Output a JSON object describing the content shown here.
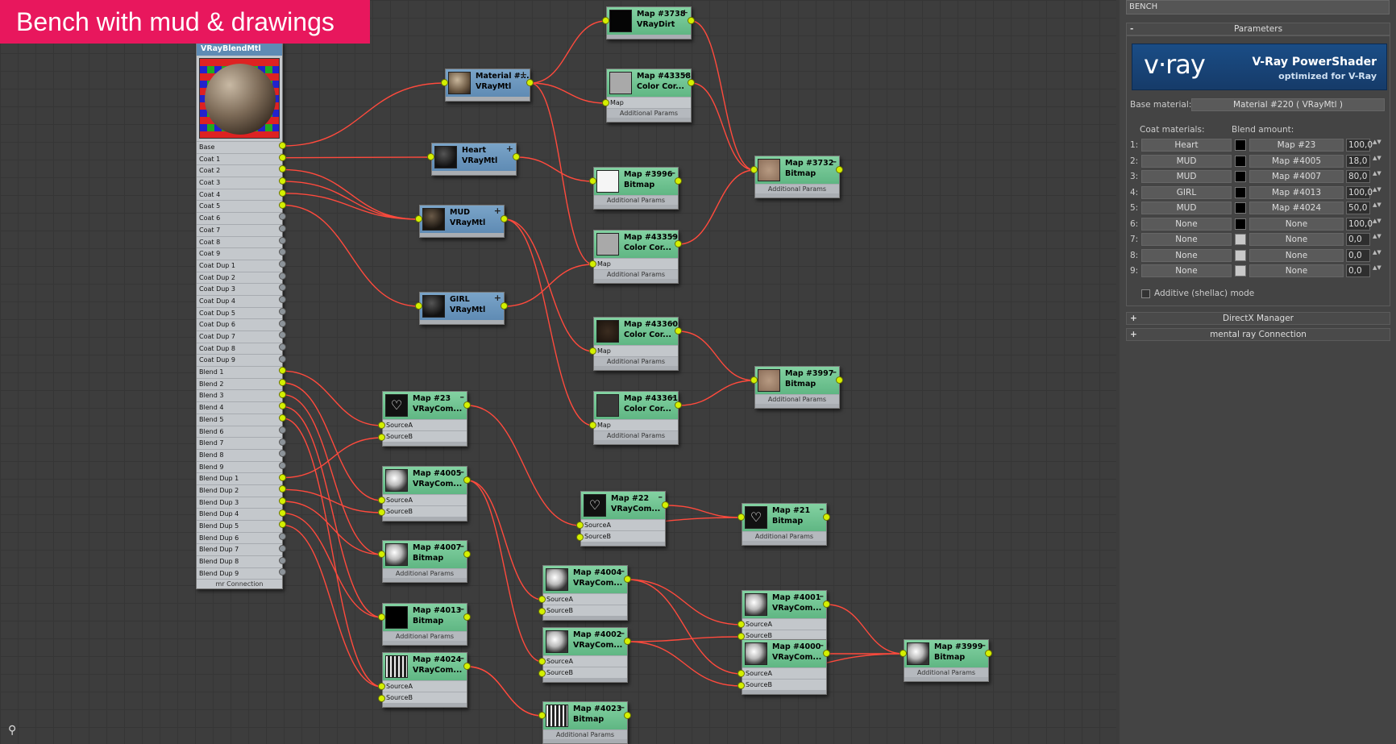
{
  "banner": "Bench with mud & drawings",
  "blend": {
    "title": "VRayBlendMtl",
    "ports": [
      "Base",
      "Coat 1",
      "Coat 2",
      "Coat 3",
      "Coat 4",
      "Coat 5",
      "Coat 6",
      "Coat 7",
      "Coat 8",
      "Coat 9",
      "Coat Dup 1",
      "Coat Dup 2",
      "Coat Dup 3",
      "Coat Dup 4",
      "Coat Dup 5",
      "Coat Dup 6",
      "Coat Dup 7",
      "Coat Dup 8",
      "Coat Dup 9",
      "Blend 1",
      "Blend 2",
      "Blend 3",
      "Blend 4",
      "Blend 5",
      "Blend 6",
      "Blend 7",
      "Blend 8",
      "Blend 9",
      "Blend Dup 1",
      "Blend Dup 2",
      "Blend Dup 3",
      "Blend Dup 4",
      "Blend Dup 5",
      "Blend Dup 6",
      "Blend Dup 7",
      "Blend Dup 8",
      "Blend Dup 9"
    ],
    "footer": "mr Connection"
  },
  "nodes": {
    "m3738": {
      "line1": "Map #3738",
      "line2": "VRayDirt"
    },
    "mat": {
      "line1": "Material #...",
      "line2": "VRayMtl"
    },
    "m43358": {
      "line1": "Map #43358",
      "line2": "Color Cor...",
      "row1": "Map",
      "add": "Additional Params"
    },
    "heart": {
      "line1": "Heart",
      "line2": "VRayMtl"
    },
    "m3732": {
      "line1": "Map #3732",
      "line2": "Bitmap",
      "add": "Additional Params"
    },
    "m3996": {
      "line1": "Map #3996",
      "line2": "Bitmap",
      "add": "Additional Params"
    },
    "mud": {
      "line1": "MUD",
      "line2": "VRayMtl"
    },
    "m43359": {
      "line1": "Map #43359",
      "line2": "Color Cor...",
      "row1": "Map",
      "add": "Additional Params"
    },
    "girl": {
      "line1": "GIRL",
      "line2": "VRayMtl"
    },
    "m43360": {
      "line1": "Map #43360",
      "line2": "Color Cor...",
      "row1": "Map",
      "add": "Additional Params"
    },
    "m3997": {
      "line1": "Map #3997",
      "line2": "Bitmap",
      "add": "Additional Params"
    },
    "m43361": {
      "line1": "Map #43361",
      "line2": "Color Cor...",
      "row1": "Map",
      "add": "Additional Params"
    },
    "m23": {
      "line1": "Map #23",
      "line2": "VRayCom...",
      "row1": "SourceA",
      "row2": "SourceB"
    },
    "m4005": {
      "line1": "Map #4005",
      "line2": "VRayCom...",
      "row1": "SourceA",
      "row2": "SourceB"
    },
    "m22": {
      "line1": "Map #22",
      "line2": "VRayCom...",
      "row1": "SourceA",
      "row2": "SourceB"
    },
    "m21": {
      "line1": "Map #21",
      "line2": "Bitmap",
      "add": "Additional Params"
    },
    "m4007": {
      "line1": "Map #4007",
      "line2": "Bitmap",
      "add": "Additional Params"
    },
    "m4004": {
      "line1": "Map #4004",
      "line2": "VRayCom...",
      "row1": "SourceA",
      "row2": "SourceB"
    },
    "m4001": {
      "line1": "Map #4001",
      "line2": "VRayCom...",
      "row1": "SourceA",
      "row2": "SourceB"
    },
    "m4013": {
      "line1": "Map #4013",
      "line2": "Bitmap",
      "add": "Additional Params"
    },
    "m4002": {
      "line1": "Map #4002",
      "line2": "VRayCom...",
      "row1": "SourceA",
      "row2": "SourceB"
    },
    "m4000": {
      "line1": "Map #4000",
      "line2": "VRayCom...",
      "row1": "SourceA",
      "row2": "SourceB"
    },
    "m3999": {
      "line1": "Map #3999",
      "line2": "Bitmap",
      "add": "Additional Params"
    },
    "m4024": {
      "line1": "Map #4024",
      "line2": "VRayCom...",
      "row1": "SourceA",
      "row2": "SourceB"
    },
    "m4023": {
      "line1": "Map #4023",
      "line2": "Bitmap",
      "add": "Additional Params"
    }
  },
  "panel": {
    "name": "BENCH",
    "params_title": "Parameters",
    "logo": "v·ray",
    "brand_title": "V-Ray PowerShader",
    "brand_sub": "optimized for V-Ray",
    "base_label": "Base material:",
    "base_value": "Material #220  ( VRayMtl )",
    "coat_label": "Coat materials:",
    "blend_label": "Blend amount:",
    "rows": [
      {
        "idx": "1:",
        "coat": "Heart",
        "map": "Map #23",
        "amt": "100,0"
      },
      {
        "idx": "2:",
        "coat": "MUD",
        "map": "Map #4005",
        "amt": "18,0"
      },
      {
        "idx": "3:",
        "coat": "MUD",
        "map": "Map #4007",
        "amt": "80,0"
      },
      {
        "idx": "4:",
        "coat": "GIRL",
        "map": "Map #4013",
        "amt": "100,0"
      },
      {
        "idx": "5:",
        "coat": "MUD",
        "map": "Map #4024",
        "amt": "50,0"
      },
      {
        "idx": "6:",
        "coat": "None",
        "map": "None",
        "amt": "100,0"
      },
      {
        "idx": "7:",
        "coat": "None",
        "map": "None",
        "amt": "0,0"
      },
      {
        "idx": "8:",
        "coat": "None",
        "map": "None",
        "amt": "0,0"
      },
      {
        "idx": "9:",
        "coat": "None",
        "map": "None",
        "amt": "0,0"
      }
    ],
    "additive": "Additive (shellac) mode",
    "directx": "DirectX Manager",
    "mentalray": "mental ray Connection",
    "minus": "-",
    "plus": "+"
  },
  "icons": {
    "minus": "–",
    "plus": "+",
    "spin": "▲▼",
    "binoculars": "⚲"
  },
  "colors": {
    "wire": "#ff4a3d",
    "port": "#d4f000",
    "map_header": "#6cc28e",
    "mtl_header": "#6995bd",
    "banner": "#e8175d"
  }
}
